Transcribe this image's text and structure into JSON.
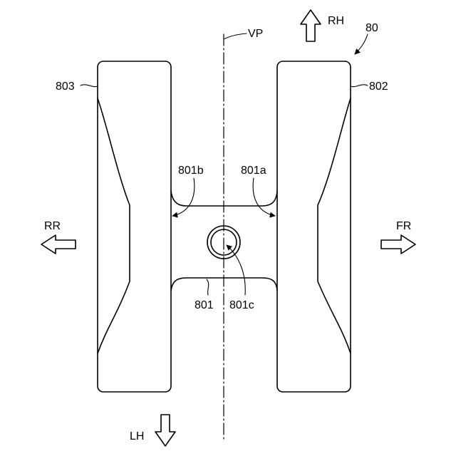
{
  "figure": {
    "assembly_ref": "80",
    "plane_label": "VP",
    "directions": {
      "rh": "RH",
      "lh": "LH",
      "rr": "RR",
      "fr": "FR"
    },
    "parts": {
      "left_block": "803",
      "right_block": "802",
      "center_body": "801",
      "right_curve": "801a",
      "left_curve": "801b",
      "center_hole": "801c"
    },
    "colors": {
      "line": "#000000",
      "background": "#ffffff"
    }
  }
}
